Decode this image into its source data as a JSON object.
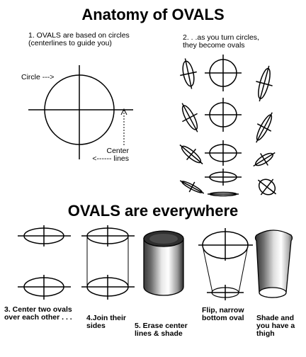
{
  "heading_top": "Anatomy of OVALS",
  "heading_mid": "OVALS are everywhere",
  "step1": "1. OVALS are based on circles\n(centerlines to guide you)",
  "step2": "2. . .as you turn circles,\n they become ovals",
  "circle_label": "Circle --->",
  "center_lines_label": "Center\n<------ lines",
  "step3": "3. Center two ovals\nover each other . . .",
  "step4": "4.Join their\nsides",
  "step5": "5. Erase center\nlines & shade",
  "step6": "Flip, narrow\nbottom oval",
  "step7": "Shade and\nyou have a\nthigh",
  "colors": {
    "ink": "#000000",
    "shade_dark": "#2a2a2a",
    "shade_light": "#f2f2f2"
  }
}
